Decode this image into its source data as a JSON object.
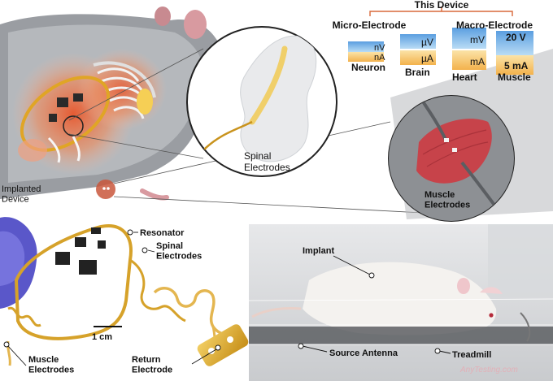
{
  "header": {
    "title": "This Device"
  },
  "scale": {
    "micro_title": "Micro-Electrode",
    "macro_title": "Macro-Electrode",
    "columns": [
      {
        "voltage": "nV",
        "current": "nA",
        "target": "Neuron"
      },
      {
        "voltage": "µV",
        "current": "µA",
        "target": "Brain"
      },
      {
        "voltage": "mV",
        "current": "mA",
        "target": "Heart"
      },
      {
        "voltage": "20 V",
        "current": "5 mA",
        "target": "Muscle"
      }
    ]
  },
  "labels": {
    "implanted_device": "Implanted\nDevice",
    "spinal_electrodes_zoom": "Spinal\nElectrodes",
    "muscle_electrodes_zoom": "Muscle\nElectrodes",
    "resonator": "Resonator",
    "spinal_electrodes": "Spinal\nElectrodes",
    "scale_bar": "1 cm",
    "muscle_electrodes": "Muscle\nElectrodes",
    "return_electrode": "Return\nElectrode",
    "implant": "Implant",
    "source_antenna": "Source Antenna",
    "treadmill": "Treadmill",
    "watermark": "AnyTesting.com"
  },
  "colors": {
    "voltage_blue": "#7fb6e6",
    "current_yellow": "#f7c66b",
    "orange_bracket": "#d9683a",
    "gold_trace": "#d6a22a",
    "muscle_red": "#c7434a"
  }
}
